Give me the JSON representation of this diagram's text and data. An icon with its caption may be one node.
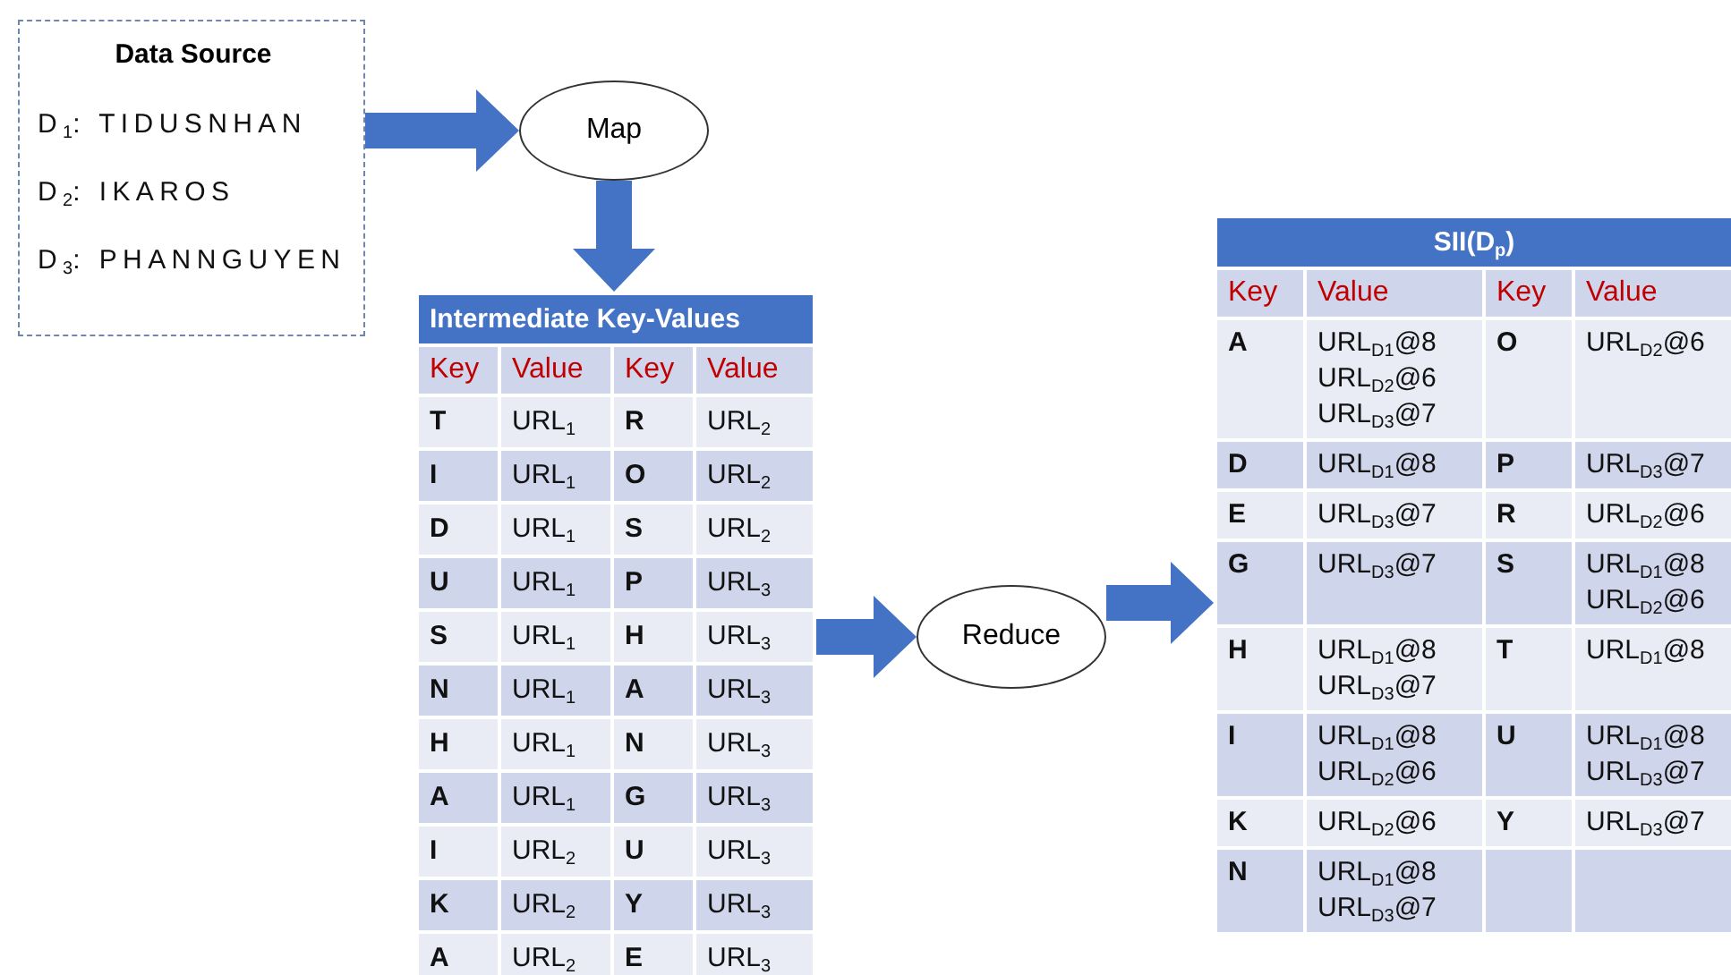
{
  "diagram": {
    "nodes": [
      {
        "text": [
          "Data Source",
          "D$_{1}$: TIDUSNHAN",
          "D$_{2}$: IKAROS",
          "D$_{3}$: PHANNGUYEN"
        ]
      },
      {
        "text": [
          "Map"
        ]
      },
      {
        "text": [
          "Intermediate Key-Values",
          "Key",
          "Value",
          "Key",
          "Value",
          "T",
          "URL$_{1}$",
          "R",
          "URL$_{2}$",
          "I",
          "URL$_{1}$",
          "O",
          "URL$_{2}$",
          "D",
          "URL$_{1}$",
          "S",
          "URL$_{2}$",
          "U",
          "URL$_{1}$",
          "P",
          "URL$_{3}$",
          "S",
          "URL$_{1}$",
          "H",
          "URL$_{3}$",
          "N",
          "URL$_{1}$",
          "A",
          "URL$_{3}$",
          "H",
          "URL$_{1}$",
          "N",
          "URL$_{3}$",
          "A",
          "URL$_{1}$",
          "G",
          "URL$_{3}$",
          "I",
          "URL$_{2}$",
          "U",
          "URL$_{3}$",
          "K",
          "URL$_{2}$",
          "Y",
          "URL$_{3}$",
          "A",
          "URL$_{2}$",
          "E",
          "URL$_{3}$"
        ]
      },
      {
        "text": [
          "Reduce"
        ]
      },
      {
        "text": [
          "SII(D$_{p}$)",
          "Key",
          "Value",
          "Key",
          "Value",
          "A",
          "URL$_{D1}$@8 URL$_{D2}$@6 URL$_{D3}$@7",
          "O",
          "URL$_{D2}$@6",
          "D",
          "URL$_{D1}$@8",
          "P",
          "URL$_{D3}$@7",
          "E",
          "URL$_{D3}$@7",
          "R",
          "URL$_{D2}$@6",
          "G",
          "URL$_{D3}$@7",
          "S",
          "URL$_{D1}$@8 URL$_{D2}$@6",
          "H",
          "URL$_{D1}$@8 URL$_{D3}$@7",
          "T",
          "URL$_{D1}$@8",
          "I",
          "URL$_{D1}$@8 URL$_{D2}$@6",
          "U",
          "URL$_{D1}$@8 URL$_{D3}$@7",
          "K",
          "URL$_{D2}$@6",
          "Y",
          "URL$_{D3}$@7",
          "N",
          "URL$_{D1}$@8 URL$_{D3}$@7"
        ]
      }
    ],
    "edges": [
      {
        "from": 0,
        "to": 1,
        "arrow": "to"
      },
      {
        "from": 1,
        "to": 2,
        "arrow": "to"
      },
      {
        "from": 2,
        "to": 3,
        "arrow": "to"
      },
      {
        "from": 3,
        "to": 4,
        "arrow": "to"
      }
    ]
  }
}
